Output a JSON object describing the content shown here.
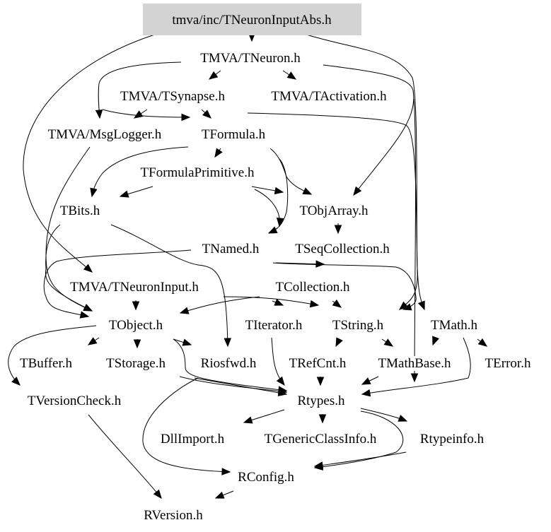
{
  "diagram": {
    "title": "tmva/inc/TNeuronInputAbs.h",
    "root_fill": "#d3d3d3",
    "nodes": [
      {
        "id": "root",
        "label": "tmva/inc/TNeuronInputAbs.h"
      },
      {
        "id": "tneuron",
        "label": "TMVA/TNeuron.h"
      },
      {
        "id": "tsynapse",
        "label": "TMVA/TSynapse.h"
      },
      {
        "id": "tactivation",
        "label": "TMVA/TActivation.h"
      },
      {
        "id": "msglogger",
        "label": "TMVA/MsgLogger.h"
      },
      {
        "id": "tformula",
        "label": "TFormula.h"
      },
      {
        "id": "tformulaprimitive",
        "label": "TFormulaPrimitive.h"
      },
      {
        "id": "tbits",
        "label": "TBits.h"
      },
      {
        "id": "tobjarray",
        "label": "TObjArray.h"
      },
      {
        "id": "tnamed",
        "label": "TNamed.h"
      },
      {
        "id": "tseqcollection",
        "label": "TSeqCollection.h"
      },
      {
        "id": "tneuroninput",
        "label": "TMVA/TNeuronInput.h"
      },
      {
        "id": "tcollection",
        "label": "TCollection.h"
      },
      {
        "id": "tobject",
        "label": "TObject.h"
      },
      {
        "id": "titerator",
        "label": "TIterator.h"
      },
      {
        "id": "tstring",
        "label": "TString.h"
      },
      {
        "id": "tmath",
        "label": "TMath.h"
      },
      {
        "id": "tbuffer",
        "label": "TBuffer.h"
      },
      {
        "id": "tstorage",
        "label": "TStorage.h"
      },
      {
        "id": "riosfwd",
        "label": "Riosfwd.h"
      },
      {
        "id": "trefcnt",
        "label": "TRefCnt.h"
      },
      {
        "id": "tmathbase",
        "label": "TMathBase.h"
      },
      {
        "id": "terror",
        "label": "TError.h"
      },
      {
        "id": "tversioncheck",
        "label": "TVersionCheck.h"
      },
      {
        "id": "rtypes",
        "label": "Rtypes.h"
      },
      {
        "id": "dllimport",
        "label": "DllImport.h"
      },
      {
        "id": "tgenericclassinfo",
        "label": "TGenericClassInfo.h"
      },
      {
        "id": "rtypeinfo",
        "label": "Rtypeinfo.h"
      },
      {
        "id": "rconfig",
        "label": "RConfig.h"
      },
      {
        "id": "rversion",
        "label": "RVersion.h"
      }
    ],
    "edges": [
      {
        "from": "root",
        "to": "tneuron"
      },
      {
        "from": "root",
        "to": "tneuroninput"
      },
      {
        "from": "root",
        "to": "tstring"
      },
      {
        "from": "tneuron",
        "to": "tsynapse"
      },
      {
        "from": "tneuron",
        "to": "tactivation"
      },
      {
        "from": "tneuron",
        "to": "msglogger"
      },
      {
        "from": "tneuron",
        "to": "tformula"
      },
      {
        "from": "tneuron",
        "to": "tobjarray"
      },
      {
        "from": "tneuron",
        "to": "tstring"
      },
      {
        "from": "tsynapse",
        "to": "msglogger"
      },
      {
        "from": "tsynapse",
        "to": "tformula"
      },
      {
        "from": "tactivation",
        "to": "tmathbase"
      },
      {
        "from": "msglogger",
        "to": "tobject"
      },
      {
        "from": "tformula",
        "to": "tformulaprimitive"
      },
      {
        "from": "tformula",
        "to": "tbits"
      },
      {
        "from": "tformula",
        "to": "tobjarray"
      },
      {
        "from": "tformula",
        "to": "tnamed"
      },
      {
        "from": "tformulaprimitive",
        "to": "tbits"
      },
      {
        "from": "tformulaprimitive",
        "to": "tobjarray"
      },
      {
        "from": "tformulaprimitive",
        "to": "tnamed"
      },
      {
        "from": "tbits",
        "to": "tobject"
      },
      {
        "from": "tbits",
        "to": "riosfwd"
      },
      {
        "from": "tobjarray",
        "to": "tseqcollection"
      },
      {
        "from": "tnamed",
        "to": "tobject"
      },
      {
        "from": "tnamed",
        "to": "tstring"
      },
      {
        "from": "tseqcollection",
        "to": "tcollection"
      },
      {
        "from": "tneuroninput",
        "to": "tobject"
      },
      {
        "from": "tneuroninput",
        "to": "tstring"
      },
      {
        "from": "tcollection",
        "to": "tobject"
      },
      {
        "from": "tcollection",
        "to": "titerator"
      },
      {
        "from": "tcollection",
        "to": "tstring"
      },
      {
        "from": "tobject",
        "to": "tbuffer"
      },
      {
        "from": "tobject",
        "to": "tstorage"
      },
      {
        "from": "tobject",
        "to": "riosfwd"
      },
      {
        "from": "tobject",
        "to": "tversioncheck"
      },
      {
        "from": "tobject",
        "to": "rtypes"
      },
      {
        "from": "titerator",
        "to": "rtypes"
      },
      {
        "from": "tstring",
        "to": "trefcnt"
      },
      {
        "from": "tstring",
        "to": "tmathbase"
      },
      {
        "from": "tstring",
        "to": "rtypes"
      },
      {
        "from": "tmath",
        "to": "tmathbase"
      },
      {
        "from": "tmath",
        "to": "terror"
      },
      {
        "from": "tmath",
        "to": "rtypes"
      },
      {
        "from": "tstorage",
        "to": "rtypes"
      },
      {
        "from": "riosfwd",
        "to": "rconfig"
      },
      {
        "from": "trefcnt",
        "to": "rtypes"
      },
      {
        "from": "tmathbase",
        "to": "rtypes"
      },
      {
        "from": "tversioncheck",
        "to": "rversion"
      },
      {
        "from": "rtypes",
        "to": "dllimport"
      },
      {
        "from": "rtypes",
        "to": "tgenericclassinfo"
      },
      {
        "from": "rtypes",
        "to": "rtypeinfo"
      },
      {
        "from": "rtypes",
        "to": "rconfig"
      },
      {
        "from": "rtypeinfo",
        "to": "rconfig"
      },
      {
        "from": "rconfig",
        "to": "rversion"
      }
    ]
  }
}
